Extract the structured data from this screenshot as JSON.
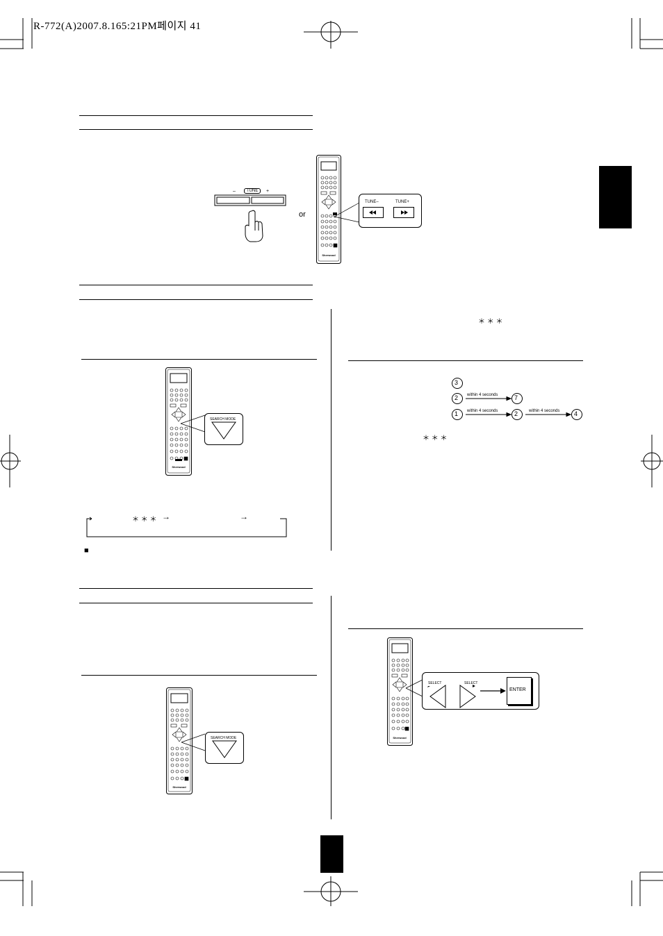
{
  "header": {
    "print_line": "R-772(A)2007.8.165:21PM페이지 41"
  },
  "tune_panel": {
    "minus_label": "–",
    "tune_label": "TUNE",
    "plus_label": "+",
    "or_label": "or",
    "remote_tune_minus": "TUNE–",
    "remote_tune_plus": "TUNE+"
  },
  "search_mode": {
    "button_label": "SEARCH MODE",
    "cycle_asterisks": "＊ ＊ ＊",
    "cycle_arrow": "→"
  },
  "direct_entry": {
    "asterisks_top": "＊ ＊ ＊",
    "asterisks_mid": "＊ ＊ ＊",
    "row1": [
      "3"
    ],
    "row2": [
      "2",
      "7"
    ],
    "row3": [
      "1",
      "2",
      "4"
    ],
    "within_label": "within 4 seconds"
  },
  "select_panel": {
    "select_left": "SELECT",
    "select_right": "SELECT",
    "enter_label": "ENTER"
  },
  "remote": {
    "brand": "Sherwood"
  },
  "bullet": "■"
}
